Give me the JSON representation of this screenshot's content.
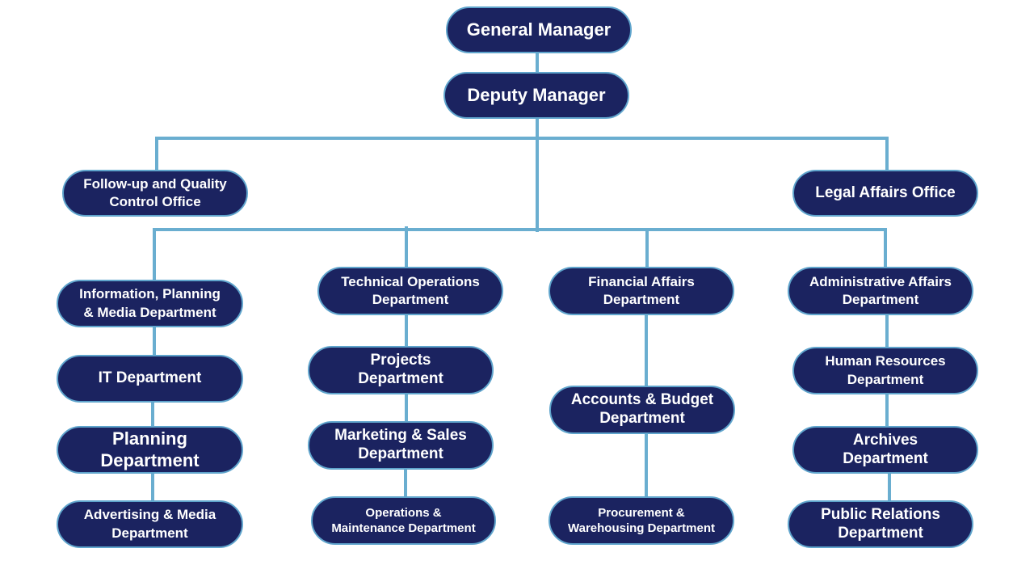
{
  "chart_data": {
    "type": "diagram",
    "kind": "organizational-chart",
    "nodes": {
      "general_manager": "General Manager",
      "deputy_manager": "Deputy Manager",
      "followup_office": "Follow-up and Quality Control Office",
      "legal_office": "Legal Affairs Office",
      "info_planning_media": "Information, Planning & Media Department",
      "it": "IT Department",
      "planning": "Planning Department",
      "advertising_media": "Advertising & Media Department",
      "technical_operations": "Technical Operations Department",
      "projects": "Projects Department",
      "marketing_sales": "Marketing & Sales Department",
      "operations_maintenance": "Operations & Maintenance Department",
      "financial_affairs": "Financial Affairs Department",
      "accounts_budget": "Accounts & Budget Department",
      "procurement_warehousing": "Procurement & Warehousing Department",
      "administrative_affairs": "Administrative Affairs Department",
      "human_resources": "Human Resources Department",
      "archives": "Archives Department",
      "public_relations": "Public Relations Department"
    },
    "edges": [
      [
        "general_manager",
        "deputy_manager"
      ],
      [
        "deputy_manager",
        "followup_office"
      ],
      [
        "deputy_manager",
        "legal_office"
      ],
      [
        "deputy_manager",
        "info_planning_media"
      ],
      [
        "deputy_manager",
        "technical_operations"
      ],
      [
        "deputy_manager",
        "financial_affairs"
      ],
      [
        "deputy_manager",
        "administrative_affairs"
      ],
      [
        "info_planning_media",
        "it"
      ],
      [
        "it",
        "planning"
      ],
      [
        "planning",
        "advertising_media"
      ],
      [
        "technical_operations",
        "projects"
      ],
      [
        "projects",
        "marketing_sales"
      ],
      [
        "marketing_sales",
        "operations_maintenance"
      ],
      [
        "financial_affairs",
        "accounts_budget"
      ],
      [
        "accounts_budget",
        "procurement_warehousing"
      ],
      [
        "administrative_affairs",
        "human_resources"
      ],
      [
        "human_resources",
        "archives"
      ],
      [
        "archives",
        "public_relations"
      ]
    ]
  },
  "colors": {
    "node_fill": "#1b2360",
    "node_border": "#5fa4cc",
    "connector": "#6aaed0",
    "text": "#ffffff"
  },
  "labels": {
    "general_manager": [
      "General Manager"
    ],
    "deputy_manager": [
      "Deputy Manager"
    ],
    "followup_office": [
      "Follow-up and Quality",
      "Control Office"
    ],
    "legal_office": [
      "Legal Affairs Office"
    ],
    "info_planning_media": [
      "Information, Planning",
      "& Media Department"
    ],
    "it": [
      "IT Department"
    ],
    "planning": [
      "Planning",
      "Department"
    ],
    "advertising_media": [
      "Advertising & Media",
      "Department"
    ],
    "technical_operations": [
      "Technical Operations",
      "Department"
    ],
    "projects": [
      "Projects",
      "Department"
    ],
    "marketing_sales": [
      "Marketing & Sales",
      "Department"
    ],
    "operations_maintenance": [
      "Operations &",
      "Maintenance Department"
    ],
    "financial_affairs": [
      "Financial Affairs",
      "Department"
    ],
    "accounts_budget": [
      "Accounts & Budget",
      "Department"
    ],
    "procurement_warehousing": [
      "Procurement &",
      "Warehousing Department"
    ],
    "administrative_affairs": [
      "Administrative Affairs",
      "Department"
    ],
    "human_resources": [
      "Human Resources",
      "Department"
    ],
    "archives": [
      "Archives",
      "Department"
    ],
    "public_relations": [
      "Public Relations",
      "Department"
    ]
  }
}
